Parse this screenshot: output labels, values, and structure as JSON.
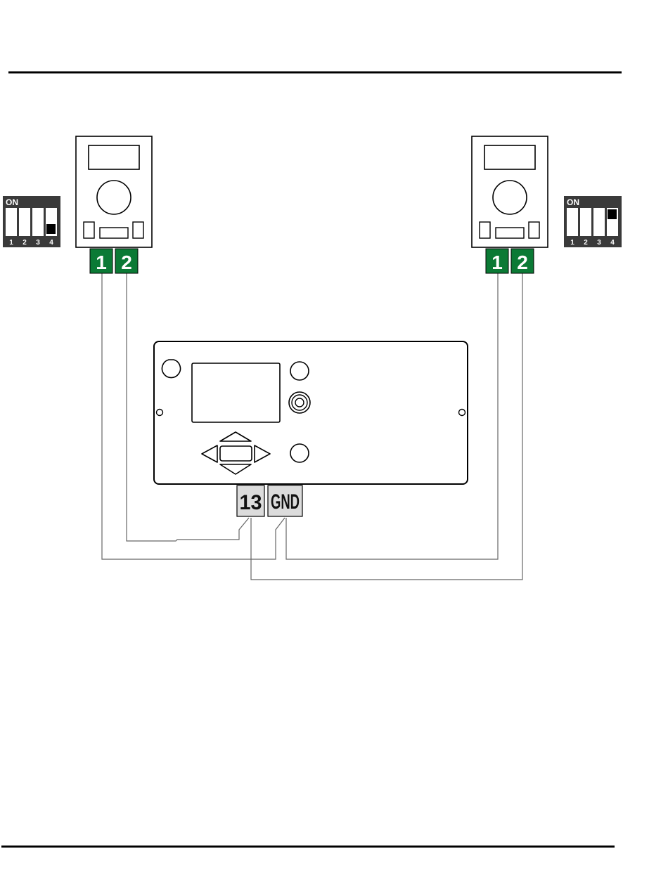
{
  "colors": {
    "line": "#000000",
    "wire": "#555555",
    "terminal_green": "#0b7a35",
    "terminal_gray": "#dcdcdc",
    "dip_body": "#3a3a3a",
    "dip_slot": "#ffffff",
    "dip_knob": "#000000"
  },
  "sensors": {
    "left": {
      "terminals": [
        "1",
        "2"
      ],
      "dip": {
        "label": "ON",
        "numbers": [
          "1",
          "2",
          "3",
          "4"
        ],
        "on_switches": [
          4
        ],
        "knob_position": "down"
      }
    },
    "right": {
      "terminals": [
        "1",
        "2"
      ],
      "dip": {
        "label": "ON",
        "numbers": [
          "1",
          "2",
          "3",
          "4"
        ],
        "on_switches": [
          4
        ],
        "knob_position": "up"
      }
    }
  },
  "controller": {
    "terminals": [
      "13",
      "GND"
    ]
  }
}
